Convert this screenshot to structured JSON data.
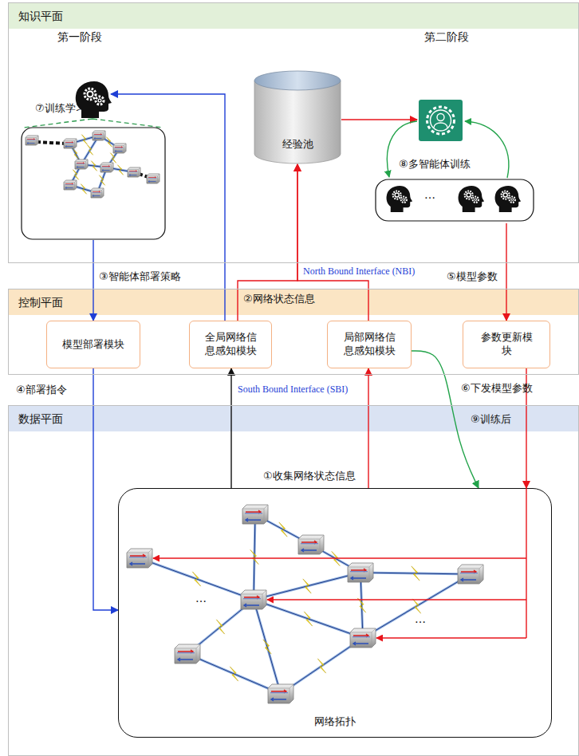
{
  "diagram": {
    "nodes": [
      {
        "text": [
          "知识平面"
        ]
      },
      {
        "text": [
          "⑦训练学习"
        ],
        "in": 0
      },
      {
        "text": [
          "经验池"
        ],
        "in": 0
      },
      {
        "text": [
          "⑧多智能体训练"
        ],
        "in": 0
      },
      {
        "text": [
          "控制平面"
        ]
      },
      {
        "text": [
          "模型部署模块"
        ],
        "in": 4
      },
      {
        "text": [
          "全局网络信息感知模块"
        ],
        "in": 4
      },
      {
        "text": [
          "局部网络信息感知模块"
        ],
        "in": 4
      },
      {
        "text": [
          "参数更新模块"
        ],
        "in": 4
      },
      {
        "text": [
          "数据平面"
        ]
      },
      {
        "text": [
          "网络拓扑"
        ],
        "in": 9
      }
    ],
    "edges": [
      {
        "from": 10,
        "to": 6,
        "arrow": "to"
      },
      {
        "from": 10,
        "to": 7,
        "arrow": "to",
        "label": "①收集网络状态信息"
      },
      {
        "from": 6,
        "to": 2,
        "arrow": "to"
      },
      {
        "from": 7,
        "to": 2,
        "arrow": "to"
      },
      {
        "from": 6,
        "to": 1,
        "arrow": "to"
      },
      {
        "from": 2,
        "to": 3,
        "arrow": "to"
      },
      {
        "from": 1,
        "to": 5,
        "arrow": "to",
        "label": "③智能体部署策略"
      },
      {
        "from": 5,
        "to": 10,
        "arrow": "to",
        "label": "④部署指令"
      },
      {
        "from": 3,
        "to": 8,
        "arrow": "to",
        "label": "⑤模型参数"
      },
      {
        "from": 8,
        "to": 10,
        "arrow": "to",
        "label": "⑥下发模型参数"
      },
      {
        "from": 7,
        "to": 10,
        "arrow": "to",
        "label": "⑨训练后"
      }
    ],
    "labels": [
      "第一阶段",
      "第二阶段",
      "②网络状态信息",
      "North Bound Interface (NBI)",
      "South Bound Interface (SBI)",
      "…",
      "…",
      "…"
    ]
  }
}
